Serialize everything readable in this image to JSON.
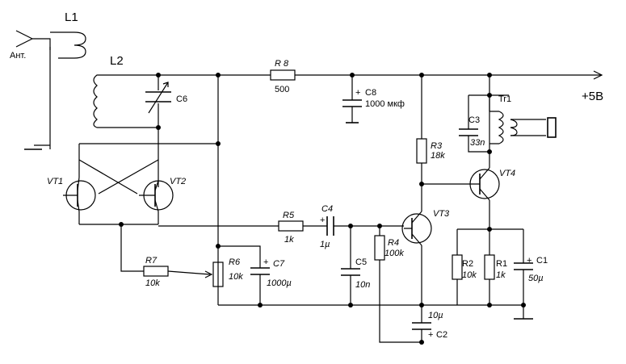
{
  "labels": {
    "L1": "L1",
    "ant": "Ант.",
    "L2": "L2",
    "C6": "C6",
    "R8": "R 8",
    "R8_val": "500",
    "C8": "C8",
    "C8_val": "1000 мкф",
    "Tr1": "Tr1",
    "plus5V": "+5B",
    "C3": "C3",
    "C3_val": "33n",
    "R3": "R3",
    "R3_val": "18k",
    "VT4": "VT4",
    "VT1": "VT1",
    "VT2": "VT2",
    "R5": "R5",
    "R5_val": "1k",
    "C4": "C4",
    "C4_val": "1µ",
    "VT3": "VT3",
    "R4": "R4",
    "R4_val": "100k",
    "R7": "R7",
    "R7_val": "10k",
    "R6": "R6",
    "R6_val": "10k",
    "C7": "C7",
    "C7_val": "1000µ",
    "C5": "C5",
    "C5_val": "10n",
    "R2": "R2",
    "R2_val": "10k",
    "R1": "R1",
    "R1_val": "1k",
    "C1": "C1",
    "C1_val": "50µ",
    "C2_val": "10µ",
    "C2": "C2",
    "plus": "+"
  }
}
